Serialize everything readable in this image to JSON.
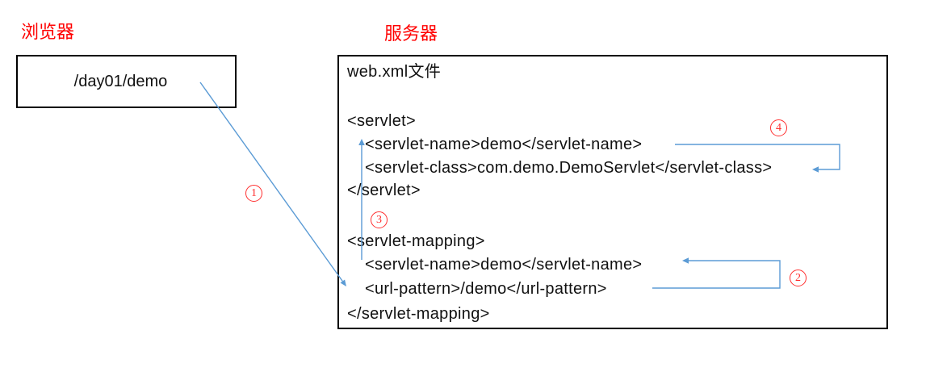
{
  "labels": {
    "browser": "浏览器",
    "server": "服务器"
  },
  "browser_box": {
    "request_url": "/day01/demo"
  },
  "server_box": {
    "file_label": "web.xml文件",
    "xml_lines": [
      "<servlet>",
      "<servlet-name>demo</servlet-name>",
      "<servlet-class>com.demo.DemoServlet</servlet-class>",
      "</servlet>",
      "<servlet-mapping>",
      "<servlet-name>demo</servlet-name>",
      "<url-pattern>/demo</url-pattern>",
      "</servlet-mapping>"
    ]
  },
  "step_badges": [
    {
      "label": "1"
    },
    {
      "label": "2"
    },
    {
      "label": "3"
    },
    {
      "label": "4"
    }
  ],
  "colors": {
    "connector_blue": "#5b9bd5",
    "label_red": "#ff0000",
    "badge_red": "#ff2e2e",
    "box_border": "#000000",
    "text_black": "#111111"
  }
}
